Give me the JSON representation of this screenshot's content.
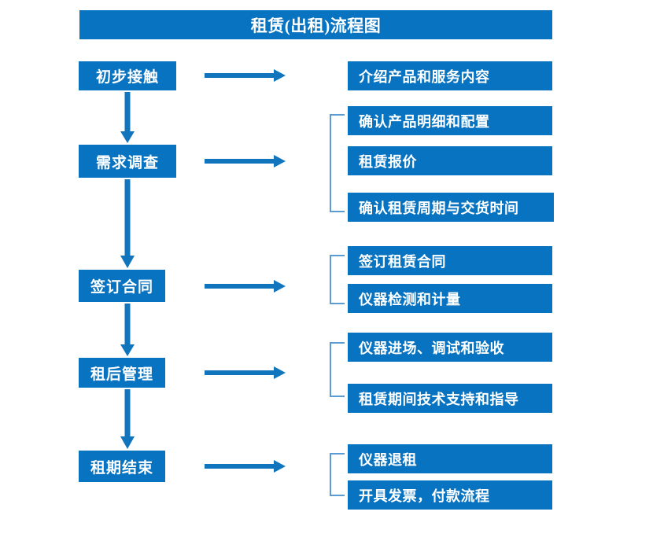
{
  "title": "租赁(出租)流程图",
  "colors": {
    "box_fill": "#0873C0",
    "box_text": "#ffffff",
    "arrow": "#1175BE",
    "bracket": "#5B9BD5",
    "page_background": "#ffffff"
  },
  "stages": [
    {
      "label": "初步接触"
    },
    {
      "label": "需求调查"
    },
    {
      "label": "签订合同"
    },
    {
      "label": "租后管理"
    },
    {
      "label": "租期结束"
    }
  ],
  "details": [
    {
      "label": "介绍产品和服务内容"
    },
    {
      "label": "确认产品明细和配置"
    },
    {
      "label": "租赁报价"
    },
    {
      "label": "确认租赁周期与交货时间"
    },
    {
      "label": "签订租赁合同"
    },
    {
      "label": "仪器检测和计量"
    },
    {
      "label": "仪器进场、调试和验收"
    },
    {
      "label": "租赁期间技术支持和指导"
    },
    {
      "label": "仪器退租"
    },
    {
      "label": "开具发票，付款流程"
    }
  ],
  "connectors": {
    "down_arrow_count": 4,
    "right_arrow_count": 5,
    "bracket_count": 4
  }
}
